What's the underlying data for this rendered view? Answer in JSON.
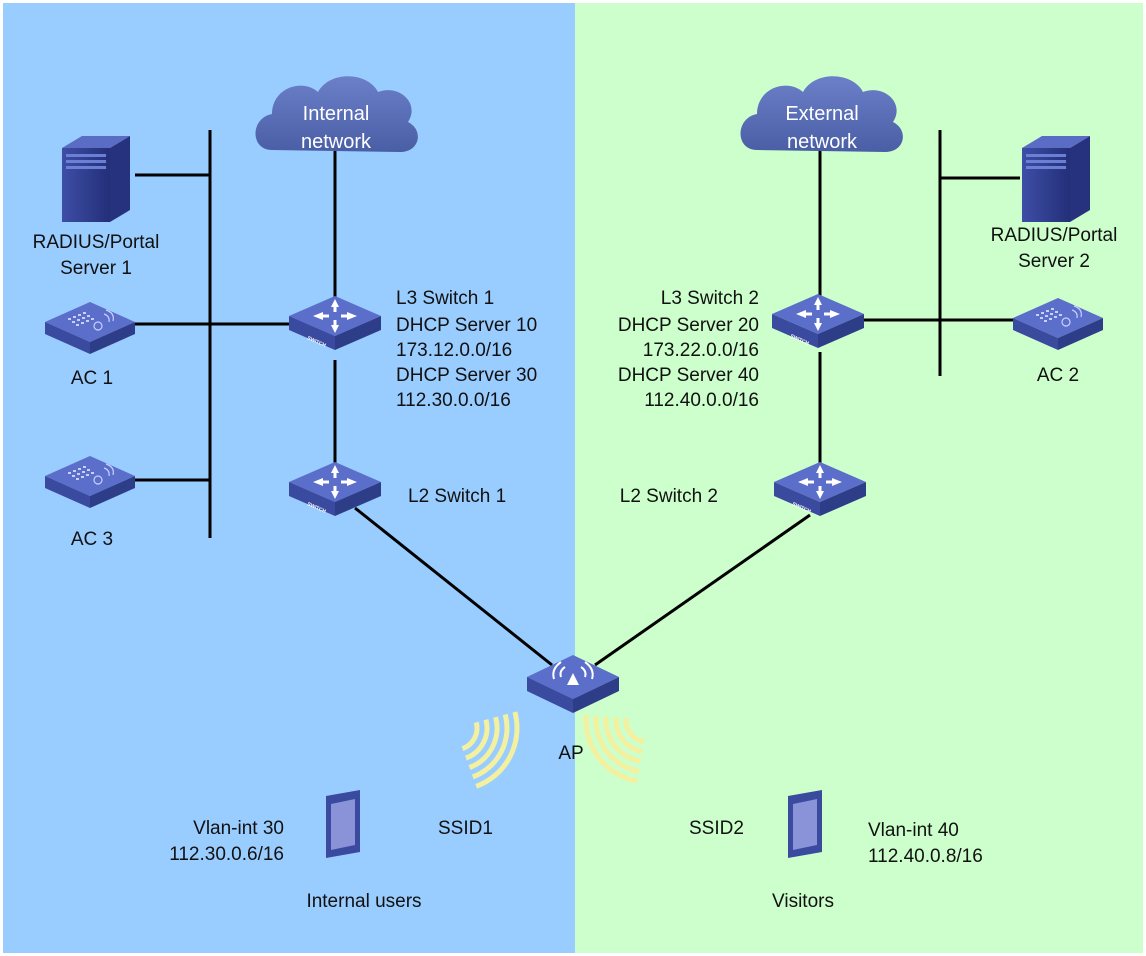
{
  "zones": {
    "internal": {
      "color": "#99ccff"
    },
    "external": {
      "color": "#ccffcc"
    }
  },
  "colors": {
    "device_top": "#5b6ec9",
    "device_side": "#3a4a9e",
    "device_front": "#2e3d88",
    "cloud": "#5a6fb5",
    "wave": "#f3f0a0",
    "wire": "#000000"
  },
  "clouds": {
    "internal": {
      "line1": "Internal",
      "line2": "network"
    },
    "external": {
      "line1": "External",
      "line2": "network"
    }
  },
  "servers": {
    "server1": {
      "line1": "RADIUS/Portal",
      "line2": "Server 1",
      "icon": "server-tower-icon"
    },
    "server2": {
      "line1": "RADIUS/Portal",
      "line2": "Server 2",
      "icon": "server-tower-icon"
    }
  },
  "acs": {
    "ac1": {
      "label": "AC 1",
      "icon": "access-controller-icon"
    },
    "ac2": {
      "label": "AC 2",
      "icon": "access-controller-icon"
    },
    "ac3": {
      "label": "AC 3",
      "icon": "access-controller-icon"
    }
  },
  "switches": {
    "device_text": "SWITCH",
    "l3sw1": {
      "lines": [
        "L3 Switch 1",
        "DHCP Server 10",
        "173.12.0.0/16",
        "DHCP Server 30",
        "112.30.0.0/16"
      ]
    },
    "l3sw2": {
      "lines": [
        "L3 Switch 2",
        "DHCP Server 20",
        "173.22.0.0/16",
        "DHCP Server 40",
        "112.40.0.0/16"
      ]
    },
    "l2sw1": {
      "label": "L2 Switch 1"
    },
    "l2sw2": {
      "label": "L2 Switch 2"
    }
  },
  "ap": {
    "label": "AP",
    "icon": "wireless-ap-icon"
  },
  "ssids": {
    "ssid1": "SSID1",
    "ssid2": "SSID2"
  },
  "clients": {
    "internal": {
      "vlan": "Vlan-int 30",
      "ip": "112.30.0.6/16",
      "group": "Internal users",
      "icon": "tablet-icon"
    },
    "visitors": {
      "vlan": "Vlan-int 40",
      "ip": "112.40.0.8/16",
      "group": "Visitors",
      "icon": "tablet-icon"
    }
  }
}
